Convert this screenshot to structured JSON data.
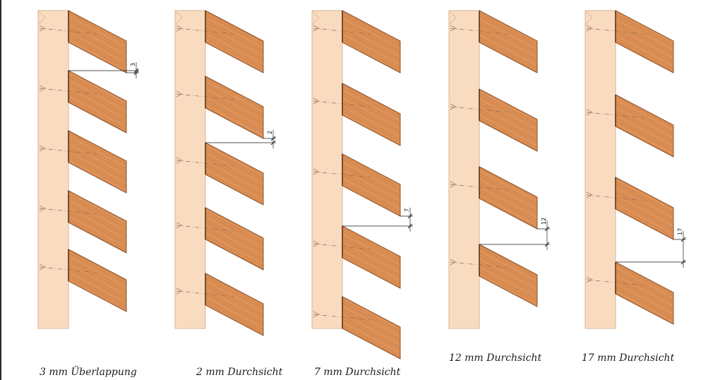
{
  "colors": {
    "post_fill": "#f9dcc0",
    "post_stroke": "#d9b394",
    "slat_fill": "#db8f55",
    "slat_stroke": "#8a5127",
    "slat_grain": "#c4763d",
    "dim_line": "#1a1a1a",
    "caption": "#1a1a1a"
  },
  "panels": [
    {
      "caption": "3 mm Überlappung",
      "dimension_label": "3",
      "slat_count": 5,
      "gap_mm": -3
    },
    {
      "caption": "2 mm Durchsicht",
      "dimension_label": "2",
      "slat_count": 5,
      "gap_mm": 2
    },
    {
      "caption": "7 mm Durchsicht",
      "dimension_label": "7",
      "slat_count": 5,
      "gap_mm": 7
    },
    {
      "caption": "12 mm Durchsicht",
      "dimension_label": "12",
      "slat_count": 4,
      "gap_mm": 12
    },
    {
      "caption": "17 mm Durchsicht",
      "dimension_label": "17",
      "slat_count": 4,
      "gap_mm": 17
    }
  ]
}
